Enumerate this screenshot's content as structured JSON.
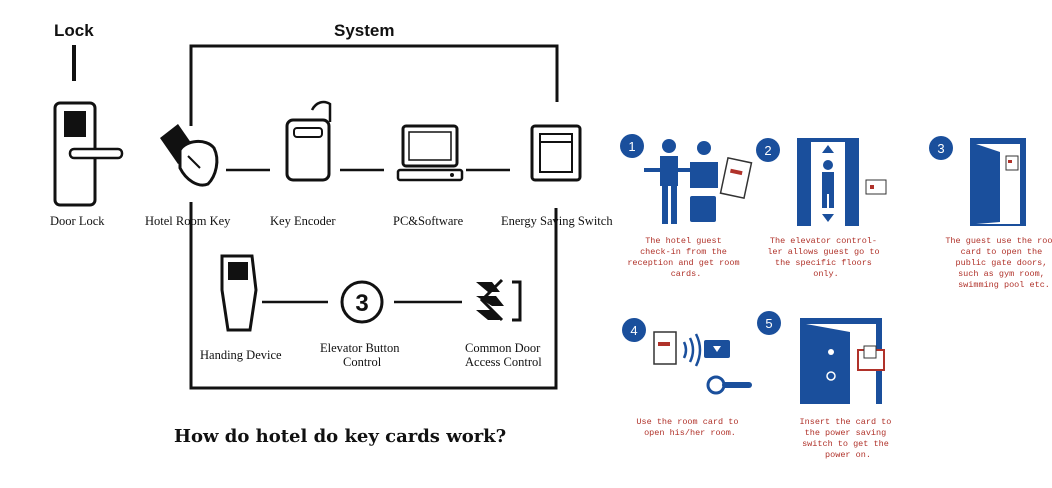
{
  "lock_header": "Lock",
  "system_header": "System",
  "components": {
    "door_lock": "Door Lock",
    "hotel_room_key": "Hotel Room Key",
    "key_encoder": "Key Encoder",
    "pc_software": "PC&Software",
    "energy_saving_switch": "Energy Saving Switch",
    "handing_device": "Handing Device",
    "elevator_button_control": [
      "Elevator Button",
      "Control"
    ],
    "common_door_access_control": [
      "Common Door",
      "Access Control"
    ]
  },
  "elevator_symbol": "3",
  "title": "How do hotel do key cards work?",
  "steps": [
    {
      "number": "1",
      "caption": [
        "The hotel guest",
        "check-in from the",
        "reception and get room",
        "cards."
      ]
    },
    {
      "number": "2",
      "caption": [
        "The elevator control-",
        "ler allows guest go to",
        "the specific floors",
        "only."
      ]
    },
    {
      "number": "3",
      "caption": [
        "The guest use the room",
        "card to open the",
        "public gate doors,",
        "such as gym room,",
        "swimming pool etc."
      ]
    },
    {
      "number": "4",
      "caption": [
        "Use the room card to",
        "open his/her room."
      ]
    },
    {
      "number": "5",
      "caption": [
        "Insert the card to",
        "the power saving",
        "switch to get the",
        "power on."
      ]
    }
  ],
  "colors": {
    "accent": "#1a4f9c",
    "caption": "#b0322a",
    "line": "#111111"
  }
}
